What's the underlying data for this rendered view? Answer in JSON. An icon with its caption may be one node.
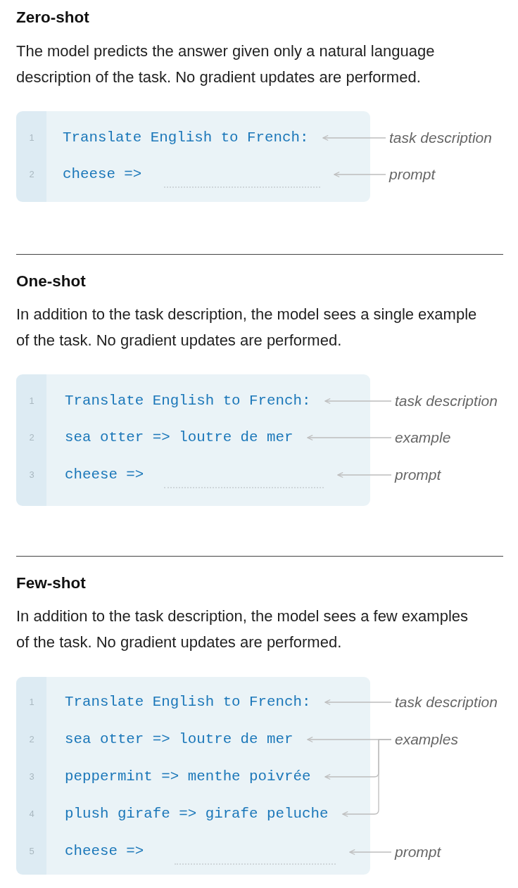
{
  "diagram": {
    "nodes": [
      {
        "text": [],
        "shape": "box"
      },
      {
        "text": [
          "1",
          "Translate English to French:"
        ],
        "in": 0
      },
      {
        "text": [
          "2",
          "cheese =>"
        ],
        "in": 0
      },
      {
        "text": [
          "task description"
        ]
      },
      {
        "text": [
          "prompt"
        ]
      },
      {
        "text": [],
        "shape": "box"
      },
      {
        "text": [
          "1",
          "Translate English to French:"
        ],
        "in": 5
      },
      {
        "text": [
          "2",
          "sea otter => loutre de mer"
        ],
        "in": 5
      },
      {
        "text": [
          "3",
          "cheese =>"
        ],
        "in": 5
      },
      {
        "text": [
          "task description"
        ]
      },
      {
        "text": [
          "example"
        ]
      },
      {
        "text": [
          "prompt"
        ]
      },
      {
        "text": [],
        "shape": "box"
      },
      {
        "text": [
          "1",
          "Translate English to French:"
        ],
        "in": 12
      },
      {
        "text": [
          "2",
          "sea otter => loutre de mer"
        ],
        "in": 12
      },
      {
        "text": [
          "3",
          "peppermint => menthe poivrée"
        ],
        "in": 12
      },
      {
        "text": [
          "4",
          "plush girafe => girafe peluche"
        ],
        "in": 12
      },
      {
        "text": [
          "5",
          "cheese =>"
        ],
        "in": 12
      },
      {
        "text": [
          "task description"
        ]
      },
      {
        "text": [
          "examples"
        ]
      },
      {
        "text": [
          "prompt"
        ]
      }
    ],
    "edges": [
      {
        "from": 3,
        "to": 1,
        "arrow": "to"
      },
      {
        "from": 4,
        "to": 2,
        "arrow": "to"
      },
      {
        "from": 9,
        "to": 6,
        "arrow": "to"
      },
      {
        "from": 10,
        "to": 7,
        "arrow": "to"
      },
      {
        "from": 11,
        "to": 8,
        "arrow": "to"
      },
      {
        "from": 18,
        "to": 13,
        "arrow": "to"
      },
      {
        "from": 19,
        "to": 14,
        "arrow": "to"
      },
      {
        "from": 19,
        "to": 15,
        "arrow": "to"
      },
      {
        "from": 19,
        "to": 16,
        "arrow": "to"
      },
      {
        "from": 20,
        "to": 17,
        "arrow": "to"
      }
    ],
    "labels": [
      "Zero-shot",
      "The model predicts the answer given only a natural language description of the task. No gradient updates are performed.",
      "One-shot",
      "In addition to the task description, the model sees a single example of the task. No gradient updates are performed.",
      "Few-shot",
      "In addition to the task description, the model sees a few examples of the task. No gradient updates are performed."
    ]
  }
}
